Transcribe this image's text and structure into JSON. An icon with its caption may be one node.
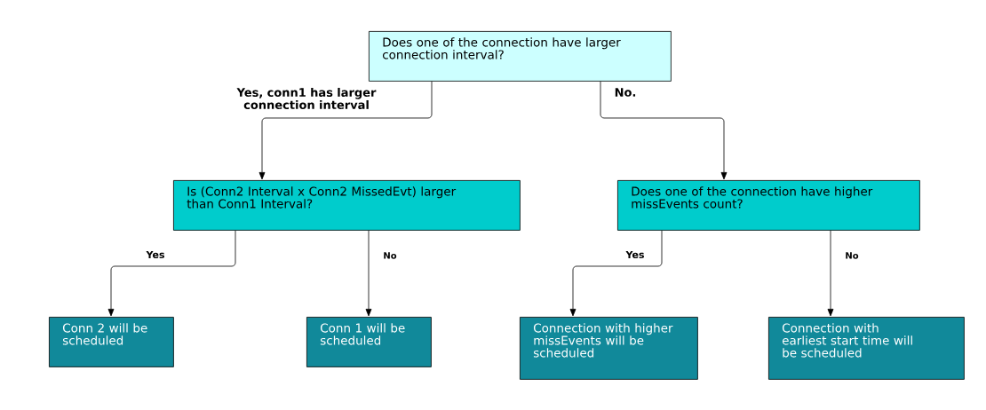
{
  "diagram": {
    "nodes": [
      {
        "text": [
          "Does one of the connection have larger connection interval?"
        ]
      },
      {
        "text": [
          "Is (Conn2 Interval x Conn2 MissedEvt) larger than Conn1 Interval?"
        ]
      },
      {
        "text": [
          "Does one of the connection have higher missEvents count?"
        ]
      },
      {
        "text": [
          "Conn 2 will be scheduled"
        ]
      },
      {
        "text": [
          "Conn 1 will be scheduled"
        ]
      },
      {
        "text": [
          "Connection with higher missEvents will be scheduled"
        ]
      },
      {
        "text": [
          "Connection with earliest start time will be scheduled"
        ]
      }
    ],
    "edges": [
      {
        "from": 0,
        "to": 1,
        "arrow": "to",
        "label": "Yes, conn1 has larger connection interval"
      },
      {
        "from": 0,
        "to": 2,
        "arrow": "to",
        "label": "No."
      },
      {
        "from": 1,
        "to": 3,
        "arrow": "to",
        "label": "Yes"
      },
      {
        "from": 1,
        "to": 4,
        "arrow": "to",
        "label": "No"
      },
      {
        "from": 2,
        "to": 5,
        "arrow": "to",
        "label": "Yes"
      },
      {
        "from": 2,
        "to": 6,
        "arrow": "to",
        "label": "No"
      }
    ]
  }
}
